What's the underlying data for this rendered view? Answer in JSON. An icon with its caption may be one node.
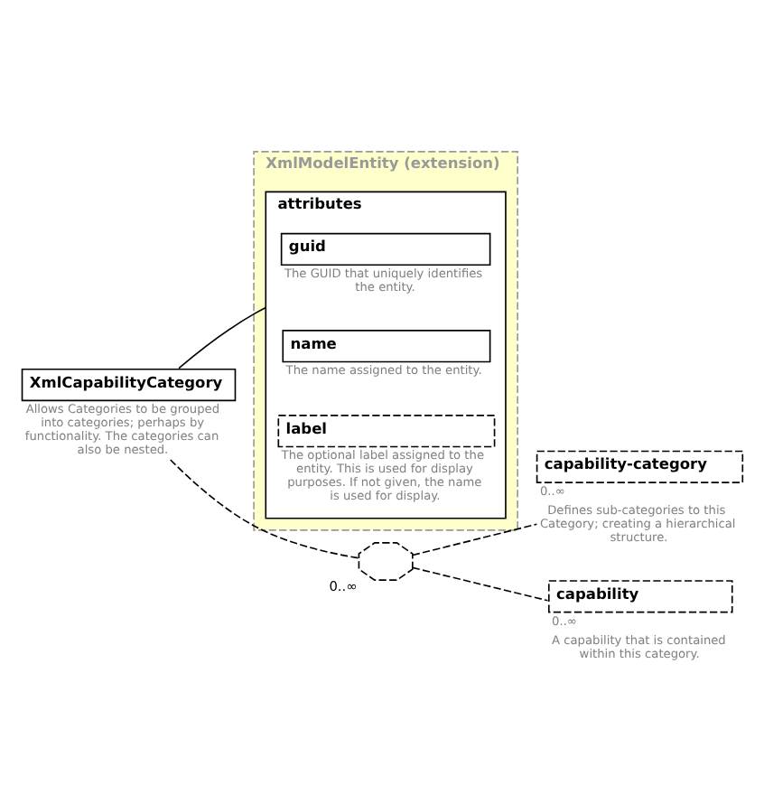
{
  "diagram": {
    "nodes": [
      {
        "text": [
          "XmlCapabilityCategory"
        ],
        "beside": [
          "Allows Categories to be grouped into categories; perhaps by functionality. The categories can also be nested."
        ]
      },
      {
        "text": [
          "XmlModelEntity (extension)"
        ]
      },
      {
        "text": [
          "attributes"
        ],
        "in": 1
      },
      {
        "text": [
          "guid"
        ],
        "in": 2,
        "beside": [
          "The GUID that uniquely identifies the entity."
        ]
      },
      {
        "text": [
          "name"
        ],
        "in": 2,
        "beside": [
          "The name assigned to the entity."
        ]
      },
      {
        "text": [
          "label"
        ],
        "in": 2,
        "beside": [
          "The optional label assigned to the entity. This is used for display purposes. If not given, the name is used for display."
        ]
      },
      {
        "text": [],
        "shape": "octagon",
        "beside": [
          "0..∞"
        ]
      },
      {
        "text": [
          "capability-category"
        ],
        "beside": [
          "0..∞",
          "Defines sub-categories to this Category; creating a hierarchical structure."
        ]
      },
      {
        "text": [
          "capability"
        ],
        "beside": [
          "0..∞",
          "A capability that is contained within this category."
        ]
      }
    ],
    "edges": [
      {
        "from": 0,
        "to": 2,
        "arrow": "none"
      },
      {
        "from": 0,
        "to": 6,
        "arrow": "none",
        "style": "dashed"
      },
      {
        "from": 6,
        "to": 7,
        "arrow": "none",
        "style": "dashed"
      },
      {
        "from": 6,
        "to": 8,
        "arrow": "none",
        "style": "dashed"
      }
    ]
  }
}
